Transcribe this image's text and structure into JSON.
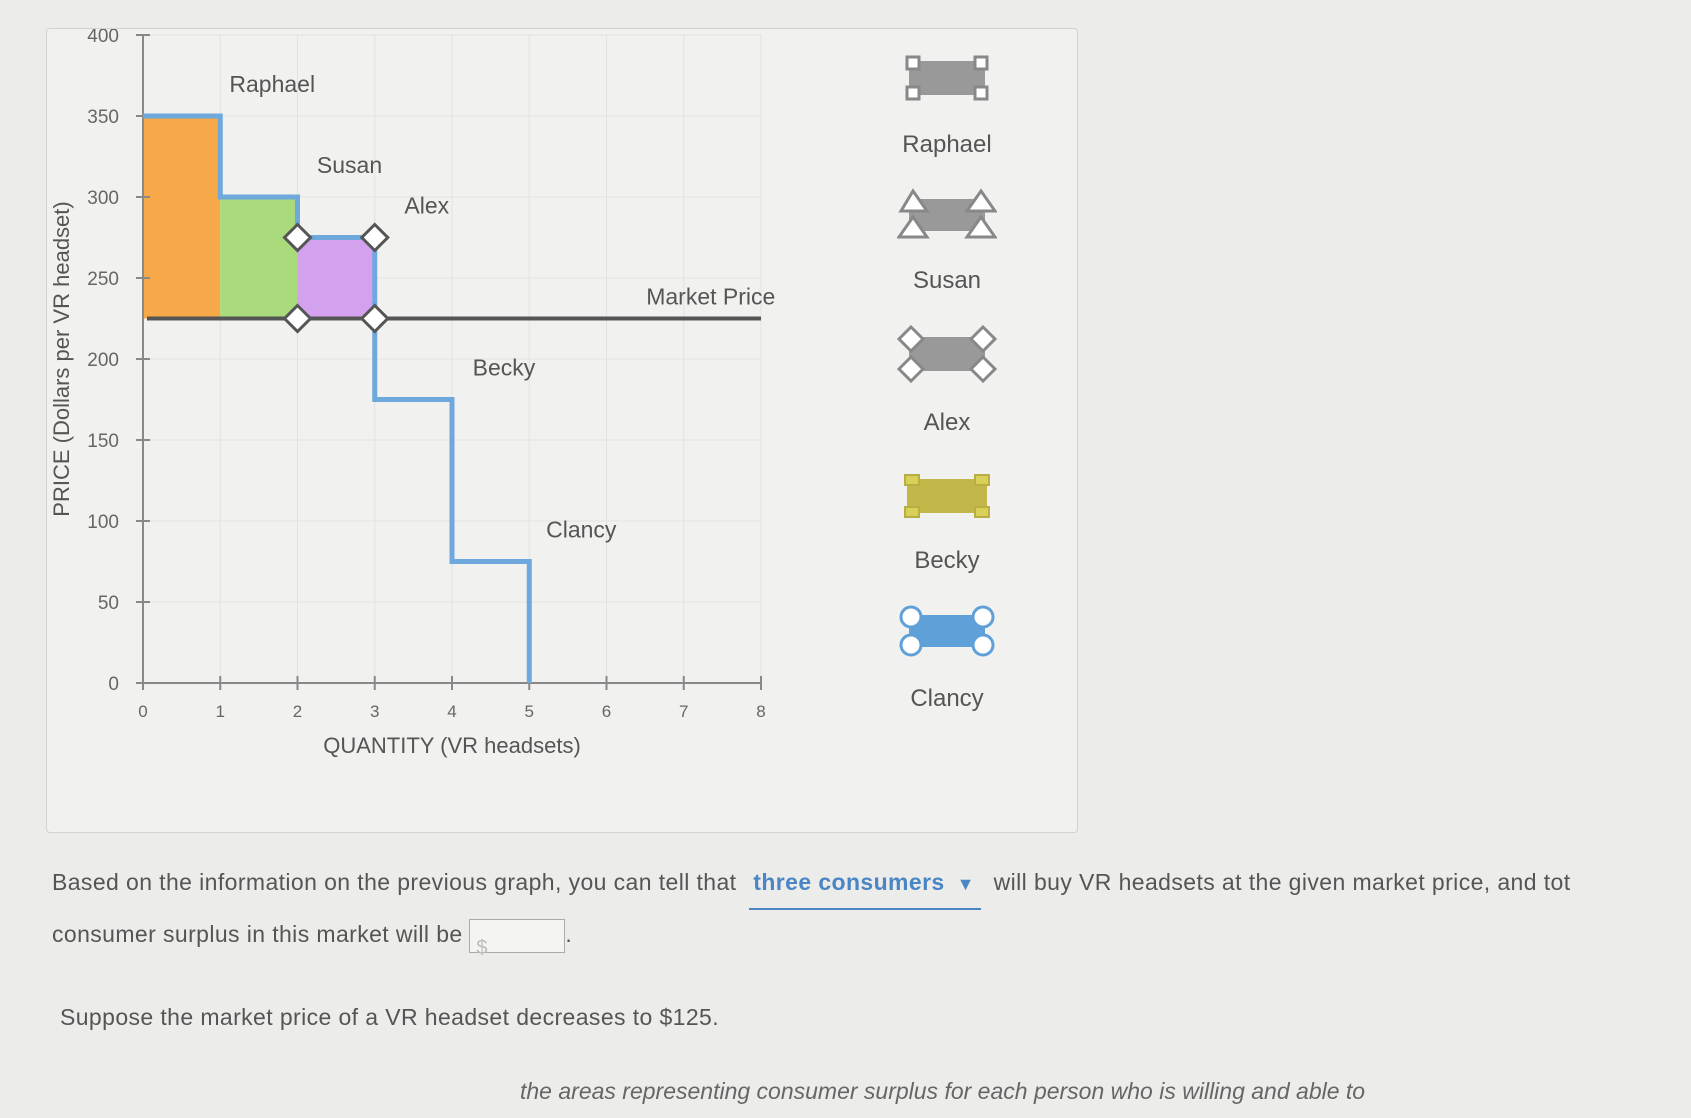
{
  "chart_data": {
    "type": "step",
    "xlabel": "QUANTITY (VR headsets)",
    "ylabel": "PRICE (Dollars per VR headset)",
    "xlim": [
      0,
      8
    ],
    "ylim": [
      0,
      400
    ],
    "x_ticks": [
      "0",
      "1",
      "2",
      "3",
      "4",
      "5",
      "6",
      "7",
      "8"
    ],
    "y_ticks": [
      "0",
      "50",
      "100",
      "150",
      "200",
      "250",
      "300",
      "350",
      "400"
    ],
    "demand_steps": [
      {
        "name": "Raphael",
        "x_from": 0,
        "x_to": 1,
        "price": 350
      },
      {
        "name": "Susan",
        "x_from": 1,
        "x_to": 2,
        "price": 300
      },
      {
        "name": "Alex",
        "x_from": 2,
        "x_to": 3,
        "price": 275
      },
      {
        "name": "Becky",
        "x_from": 3,
        "x_to": 4,
        "price": 175
      },
      {
        "name": "Clancy",
        "x_from": 4,
        "x_to": 5,
        "price": 75
      }
    ],
    "market_price": 225,
    "market_price_label": "Market Price",
    "surplus_areas": [
      {
        "name": "Raphael",
        "x_from": 0,
        "x_to": 1,
        "y_from": 225,
        "y_to": 350,
        "color": "#f7a94a"
      },
      {
        "name": "Susan",
        "x_from": 1,
        "x_to": 2,
        "y_from": 225,
        "y_to": 300,
        "color": "#a9db7c"
      },
      {
        "name": "Alex",
        "x_from": 2,
        "x_to": 3,
        "y_from": 225,
        "y_to": 275,
        "color": "#d4a1ee"
      }
    ],
    "alex_corner_points": [
      [
        2,
        225
      ],
      [
        3,
        225
      ],
      [
        3,
        275
      ],
      [
        2,
        275
      ]
    ]
  },
  "legend": [
    {
      "label": "Raphael",
      "icon": "square-handle-icon",
      "color": "#999999"
    },
    {
      "label": "Susan",
      "icon": "triangle-handle-icon",
      "color": "#999999"
    },
    {
      "label": "Alex",
      "icon": "diamond-handle-icon",
      "color": "#999999"
    },
    {
      "label": "Becky",
      "icon": "square-handle-icon",
      "color": "#c2b84a"
    },
    {
      "label": "Clancy",
      "icon": "circle-handle-icon",
      "color": "#5fa0d8"
    }
  ],
  "colors": {
    "demand_line": "#6fa8dc",
    "market_line": "#555555"
  },
  "question": {
    "part1": "Based on the information on the previous graph, you can tell that",
    "dropdown_value": "three consumers",
    "part2": "will buy VR headsets at the given market price, and tot",
    "part3": "consumer surplus in this market will be",
    "input_placeholder": "$",
    "part4": "."
  },
  "line2": "Suppose the market price of a VR headset decreases to $125.",
  "line3": "the areas representing consumer surplus for each person who is willing and able to"
}
